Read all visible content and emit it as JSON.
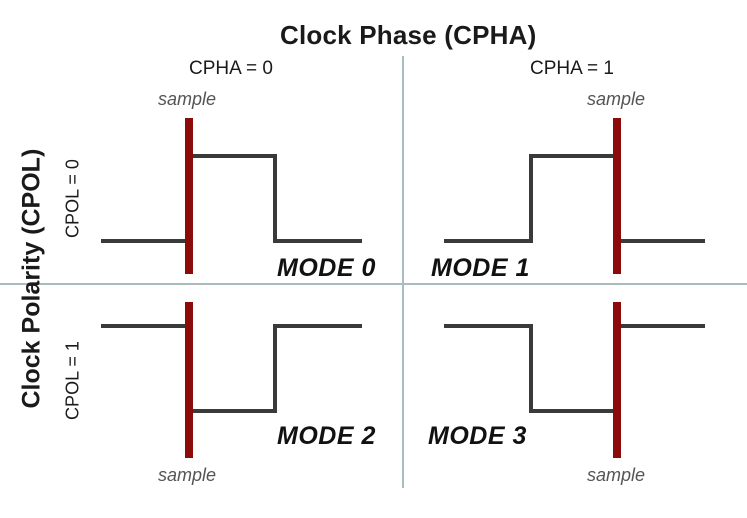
{
  "title": "Clock Phase (CPHA)",
  "vertical_title": "Clock Polarity (CPOL)",
  "columns": [
    "CPHA = 0",
    "CPHA = 1"
  ],
  "rows": [
    "CPOL = 0",
    "CPOL = 1"
  ],
  "sample_label": "sample",
  "modes": [
    "MODE 0",
    "MODE 1",
    "MODE 2",
    "MODE 3"
  ],
  "colors": {
    "signal": "#3a3a3a",
    "sample_marker": "#8b0a0a",
    "divider": "#a9bcc0",
    "text": "#1a1a1a"
  }
}
